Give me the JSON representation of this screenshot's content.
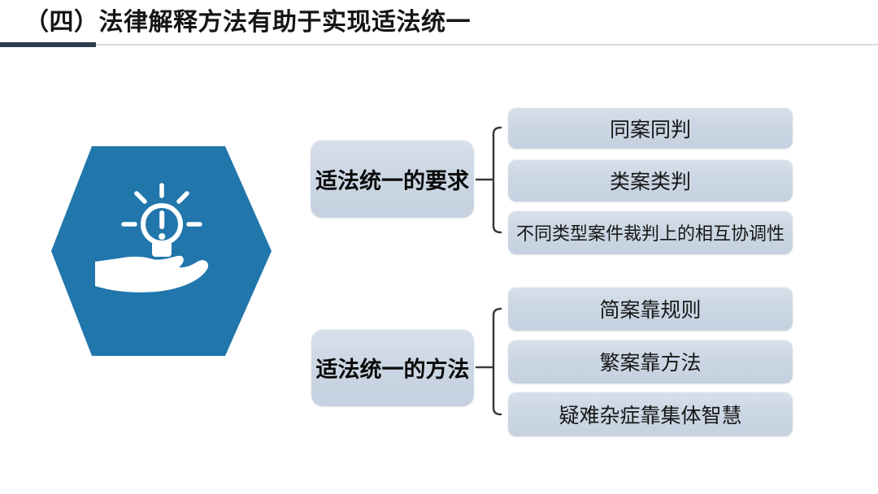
{
  "slide": {
    "title": "（四）法律解释方法有助于实现适法统一"
  },
  "colors": {
    "hexagon_blue": "#2176ab",
    "box_fill": "#ccd7e4",
    "rule_dark": "#2d3c4c",
    "rule_light": "#dcdcdc",
    "bracket": "#3a3a3a",
    "icon_white": "#ffffff"
  },
  "icons": {
    "hexagon_icon": "hand-holding-lightbulb-icon"
  },
  "diagram": {
    "groups": [
      {
        "label": "适法统一的要求",
        "items": [
          "同案同判",
          "类案类判",
          "不同类型案件裁判上的相互协调性"
        ]
      },
      {
        "label": "适法统一的方法",
        "items": [
          "简案靠规则",
          "繁案靠方法",
          "疑难杂症靠集体智慧"
        ]
      }
    ]
  }
}
